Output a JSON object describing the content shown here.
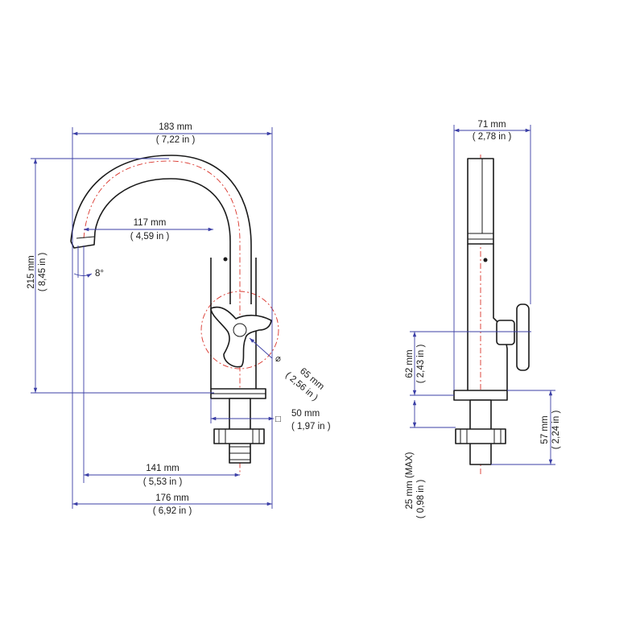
{
  "dimensions": {
    "width_183": {
      "mm": "183 mm",
      "in": "( 7,22 in )"
    },
    "reach_117": {
      "mm": "117 mm",
      "in": "( 4,59 in )"
    },
    "height_215": {
      "mm": "215 mm",
      "in": "( 8,45 in )"
    },
    "angle": {
      "label": "8°"
    },
    "handle_65": {
      "symbol": "⌀",
      "mm": "65 mm",
      "in": "( 2,56 in )"
    },
    "base_50": {
      "symbol": "□",
      "mm": "50 mm",
      "in": "( 1,97 in )"
    },
    "reach_141": {
      "mm": "141 mm",
      "in": "( 5,53 in )"
    },
    "total_176": {
      "mm": "176 mm",
      "in": "( 6,92 in )"
    },
    "depth_71": {
      "mm": "71 mm",
      "in": "( 2,78 in )"
    },
    "handle_62": {
      "mm": "62 mm",
      "in": "( 2,43 in )"
    },
    "shank_57": {
      "mm": "57 mm",
      "in": "( 2,24 in )"
    },
    "deck_25": {
      "mm": "25 mm  (MAX)",
      "in": "( 0,98 in )"
    }
  },
  "colors": {
    "dimension": "#3b3fa6",
    "centerline": "#d9342b",
    "outline": "#1a1a1a"
  }
}
